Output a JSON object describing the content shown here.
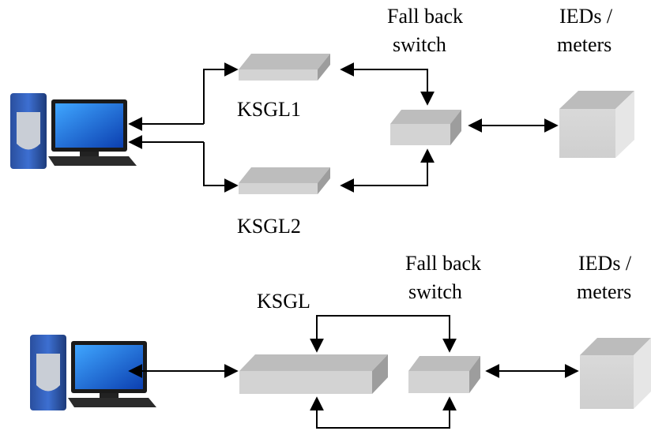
{
  "top": {
    "fallback_line1": "Fall back",
    "fallback_line2": "switch",
    "ieds_line1": "IEDs /",
    "ieds_line2": "meters",
    "ksgl1": "KSGL1",
    "ksgl2": "KSGL2"
  },
  "bottom": {
    "fallback_line1": "Fall back",
    "fallback_line2": "switch",
    "ieds_line1": "IEDs /",
    "ieds_line2": "meters",
    "ksgl": "KSGL"
  },
  "colors": {
    "box_top": "#b9b9b9",
    "box_front": "#d4d4d4",
    "box_side": "#9a9a9a",
    "line": "#000000"
  }
}
